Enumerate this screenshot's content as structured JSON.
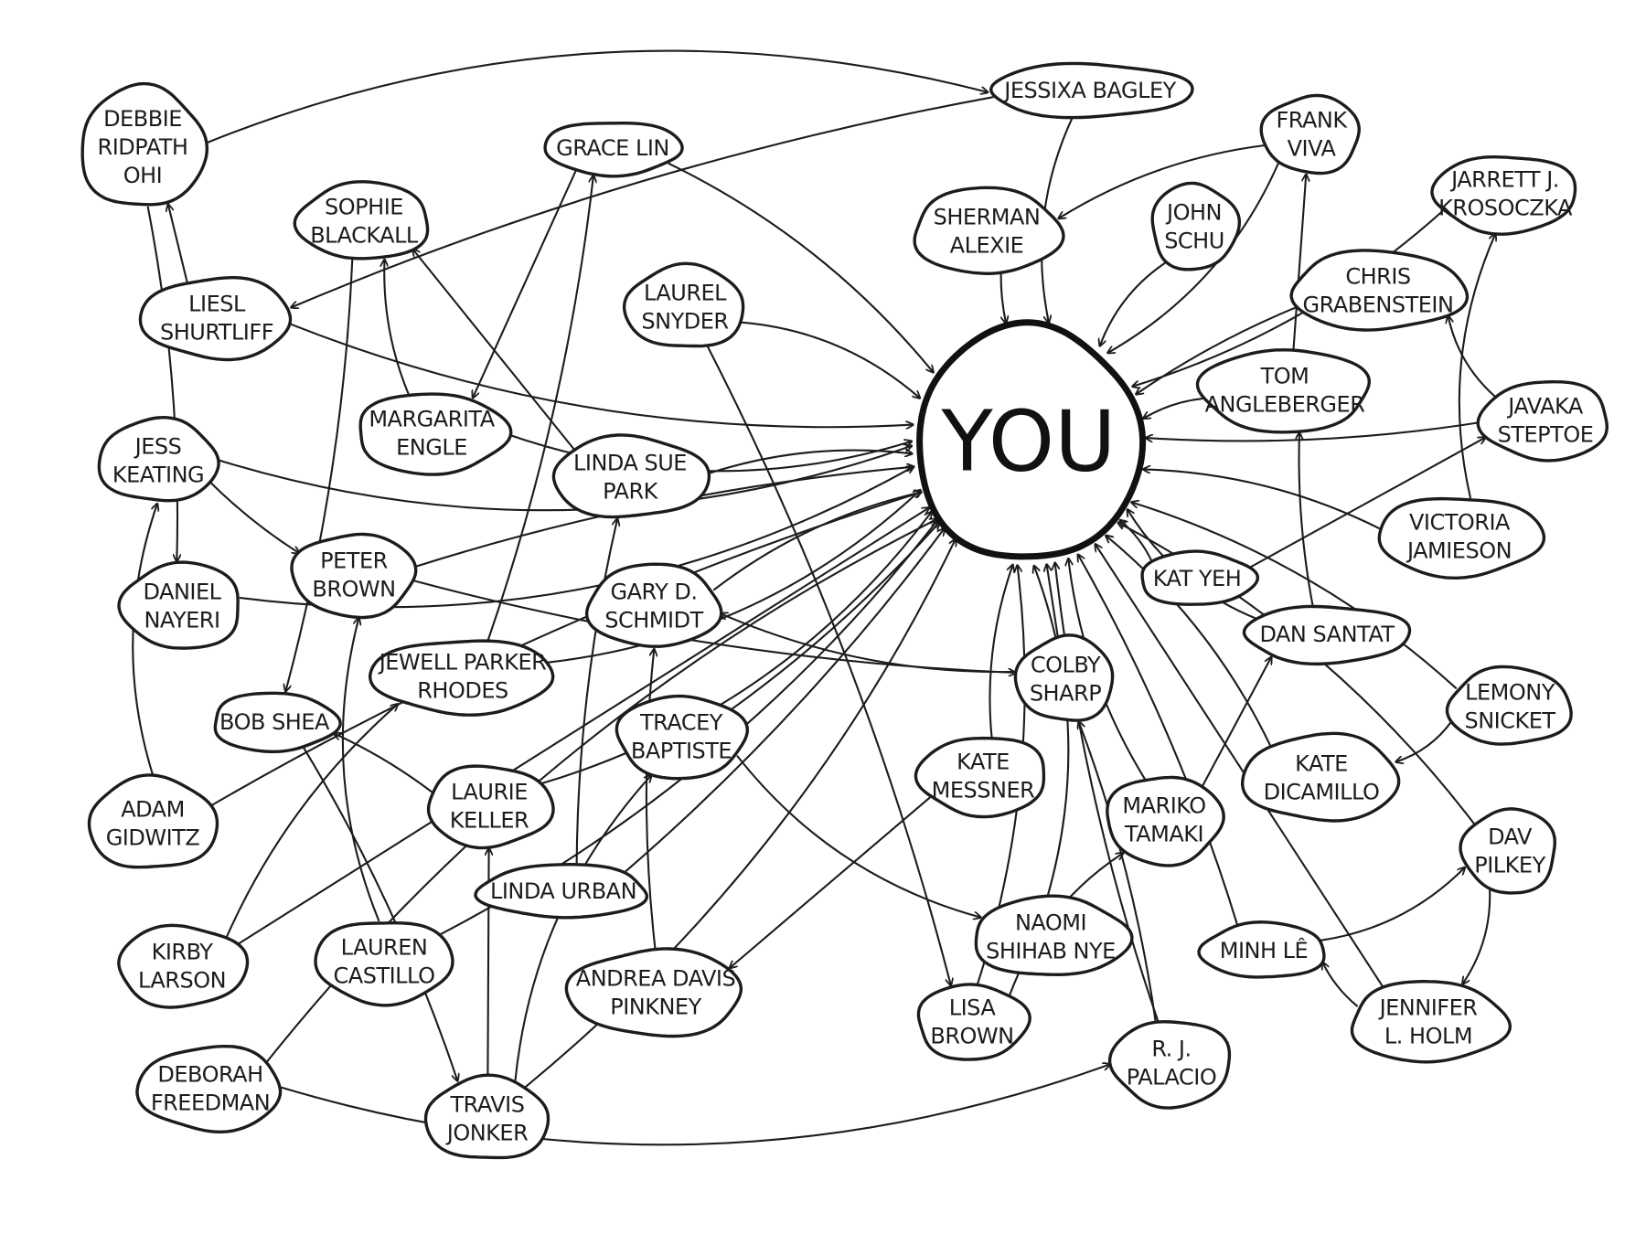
{
  "center": {
    "id": "you",
    "label": "YOU"
  },
  "nodes": [
    {
      "id": "debbie",
      "lines": [
        "DEBBIE",
        "RIDPATH",
        "OHI"
      ]
    },
    {
      "id": "jessixa",
      "lines": [
        "JESSIXA BAGLEY"
      ]
    },
    {
      "id": "grace",
      "lines": [
        "GRACE LIN"
      ]
    },
    {
      "id": "frank",
      "lines": [
        "FRANK",
        "VIVA"
      ]
    },
    {
      "id": "sophie",
      "lines": [
        "SOPHIE",
        "BLACKALL"
      ]
    },
    {
      "id": "sherman",
      "lines": [
        "SHERMAN",
        "ALEXIE"
      ]
    },
    {
      "id": "john",
      "lines": [
        "JOHN",
        "SCHU"
      ]
    },
    {
      "id": "jarrett",
      "lines": [
        "JARRETT J.",
        "KROSOCZKA"
      ]
    },
    {
      "id": "liesl",
      "lines": [
        "LIESL",
        "SHURTLIFF"
      ]
    },
    {
      "id": "laurel",
      "lines": [
        "LAUREL",
        "SNYDER"
      ]
    },
    {
      "id": "chris",
      "lines": [
        "CHRIS",
        "GRABENSTEIN"
      ]
    },
    {
      "id": "margarita",
      "lines": [
        "MARGARITA",
        "ENGLE"
      ]
    },
    {
      "id": "tom",
      "lines": [
        "TOM",
        "ANGLEBERGER"
      ]
    },
    {
      "id": "javaka",
      "lines": [
        "JAVAKA",
        "STEPTOE"
      ]
    },
    {
      "id": "jess",
      "lines": [
        "JESS",
        "KEATING"
      ]
    },
    {
      "id": "lindasue",
      "lines": [
        "LINDA SUE",
        "PARK"
      ]
    },
    {
      "id": "victoria",
      "lines": [
        "VICTORIA",
        "JAMIESON"
      ]
    },
    {
      "id": "peter",
      "lines": [
        "PETER",
        "BROWN"
      ]
    },
    {
      "id": "daniel",
      "lines": [
        "DANIEL",
        "NAYERI"
      ]
    },
    {
      "id": "gary",
      "lines": [
        "GARY D.",
        "SCHMIDT"
      ]
    },
    {
      "id": "katyeh",
      "lines": [
        "KAT YEH"
      ]
    },
    {
      "id": "dansantat",
      "lines": [
        "DAN SANTAT"
      ]
    },
    {
      "id": "jewell",
      "lines": [
        "JEWELL PARKER",
        "RHODES"
      ]
    },
    {
      "id": "colby",
      "lines": [
        "COLBY",
        "SHARP"
      ]
    },
    {
      "id": "lemony",
      "lines": [
        "LEMONY",
        "SNICKET"
      ]
    },
    {
      "id": "bob",
      "lines": [
        "BOB SHEA"
      ]
    },
    {
      "id": "tracey",
      "lines": [
        "TRACEY",
        "BAPTISTE"
      ]
    },
    {
      "id": "katemessner",
      "lines": [
        "KATE",
        "MESSNER"
      ]
    },
    {
      "id": "katedicamillo",
      "lines": [
        "KATE",
        "DICAMILLO"
      ]
    },
    {
      "id": "adam",
      "lines": [
        "ADAM",
        "GIDWITZ"
      ]
    },
    {
      "id": "laurie",
      "lines": [
        "LAURIE",
        "KELLER"
      ]
    },
    {
      "id": "mariko",
      "lines": [
        "MARIKO",
        "TAMAKI"
      ]
    },
    {
      "id": "dav",
      "lines": [
        "DAV",
        "PILKEY"
      ]
    },
    {
      "id": "lindaurban",
      "lines": [
        "LINDA URBAN"
      ]
    },
    {
      "id": "naomi",
      "lines": [
        "NAOMI",
        "SHIHAB NYE"
      ]
    },
    {
      "id": "kirby",
      "lines": [
        "KIRBY",
        "LARSON"
      ]
    },
    {
      "id": "lauren",
      "lines": [
        "LAUREN",
        "CASTILLO"
      ]
    },
    {
      "id": "andrea",
      "lines": [
        "ANDREA DAVIS",
        "PINKNEY"
      ]
    },
    {
      "id": "minh",
      "lines": [
        "MINH LÊ"
      ]
    },
    {
      "id": "jennifer",
      "lines": [
        "JENNIFER",
        "L. HOLM"
      ]
    },
    {
      "id": "lisa",
      "lines": [
        "LISA",
        "BROWN"
      ]
    },
    {
      "id": "rj",
      "lines": [
        "R. J.",
        "PALACIO"
      ]
    },
    {
      "id": "deborah",
      "lines": [
        "DEBORAH",
        "FREEDMAN"
      ]
    },
    {
      "id": "travis",
      "lines": [
        "TRAVIS",
        "JONKER"
      ]
    }
  ],
  "edges": [
    [
      "debbie",
      "jessixa"
    ],
    [
      "debbie",
      "daniel"
    ],
    [
      "jessixa",
      "liesl"
    ],
    [
      "jessixa",
      "you"
    ],
    [
      "grace",
      "you"
    ],
    [
      "grace",
      "margarita"
    ],
    [
      "frank",
      "sherman"
    ],
    [
      "frank",
      "you"
    ],
    [
      "sophie",
      "bob"
    ],
    [
      "sherman",
      "you"
    ],
    [
      "john",
      "you"
    ],
    [
      "jarrett",
      "you"
    ],
    [
      "liesl",
      "debbie"
    ],
    [
      "liesl",
      "you"
    ],
    [
      "laurel",
      "you"
    ],
    [
      "laurel",
      "lisa"
    ],
    [
      "chris",
      "you"
    ],
    [
      "margarita",
      "you"
    ],
    [
      "margarita",
      "sophie"
    ],
    [
      "tom",
      "frank"
    ],
    [
      "tom",
      "you"
    ],
    [
      "javaka",
      "chris"
    ],
    [
      "javaka",
      "you"
    ],
    [
      "jess",
      "peter"
    ],
    [
      "jess",
      "you"
    ],
    [
      "lindasue",
      "you"
    ],
    [
      "lindasue",
      "sophie"
    ],
    [
      "victoria",
      "you"
    ],
    [
      "victoria",
      "jarrett"
    ],
    [
      "peter",
      "you"
    ],
    [
      "peter",
      "colby"
    ],
    [
      "daniel",
      "you"
    ],
    [
      "gary",
      "you"
    ],
    [
      "katyeh",
      "javaka"
    ],
    [
      "katyeh",
      "you"
    ],
    [
      "dansantat",
      "you"
    ],
    [
      "dansantat",
      "tom"
    ],
    [
      "jewell",
      "grace"
    ],
    [
      "jewell",
      "you"
    ],
    [
      "colby",
      "gary"
    ],
    [
      "colby",
      "you"
    ],
    [
      "lemony",
      "you"
    ],
    [
      "lemony",
      "katedicamillo"
    ],
    [
      "bob",
      "travis"
    ],
    [
      "tracey",
      "you"
    ],
    [
      "tracey",
      "naomi"
    ],
    [
      "katemessner",
      "you"
    ],
    [
      "katemessner",
      "andrea"
    ],
    [
      "katedicamillo",
      "you"
    ],
    [
      "adam",
      "jess"
    ],
    [
      "adam",
      "you"
    ],
    [
      "laurie",
      "bob"
    ],
    [
      "laurie",
      "you"
    ],
    [
      "mariko",
      "you"
    ],
    [
      "mariko",
      "dansantat"
    ],
    [
      "dav",
      "you"
    ],
    [
      "dav",
      "jennifer"
    ],
    [
      "lindaurban",
      "lindasue"
    ],
    [
      "lindaurban",
      "you"
    ],
    [
      "naomi",
      "you"
    ],
    [
      "kirby",
      "jewell"
    ],
    [
      "kirby",
      "you"
    ],
    [
      "lauren",
      "you"
    ],
    [
      "lauren",
      "peter"
    ],
    [
      "andrea",
      "gary"
    ],
    [
      "minh",
      "you"
    ],
    [
      "minh",
      "dav"
    ],
    [
      "jennifer",
      "minh"
    ],
    [
      "jennifer",
      "you"
    ],
    [
      "lisa",
      "you"
    ],
    [
      "lisa",
      "mariko"
    ],
    [
      "rj",
      "you"
    ],
    [
      "rj",
      "colby"
    ],
    [
      "deborah",
      "rj"
    ],
    [
      "deborah",
      "you"
    ],
    [
      "travis",
      "laurie"
    ],
    [
      "travis",
      "you"
    ],
    [
      "travis",
      "tracey"
    ]
  ]
}
